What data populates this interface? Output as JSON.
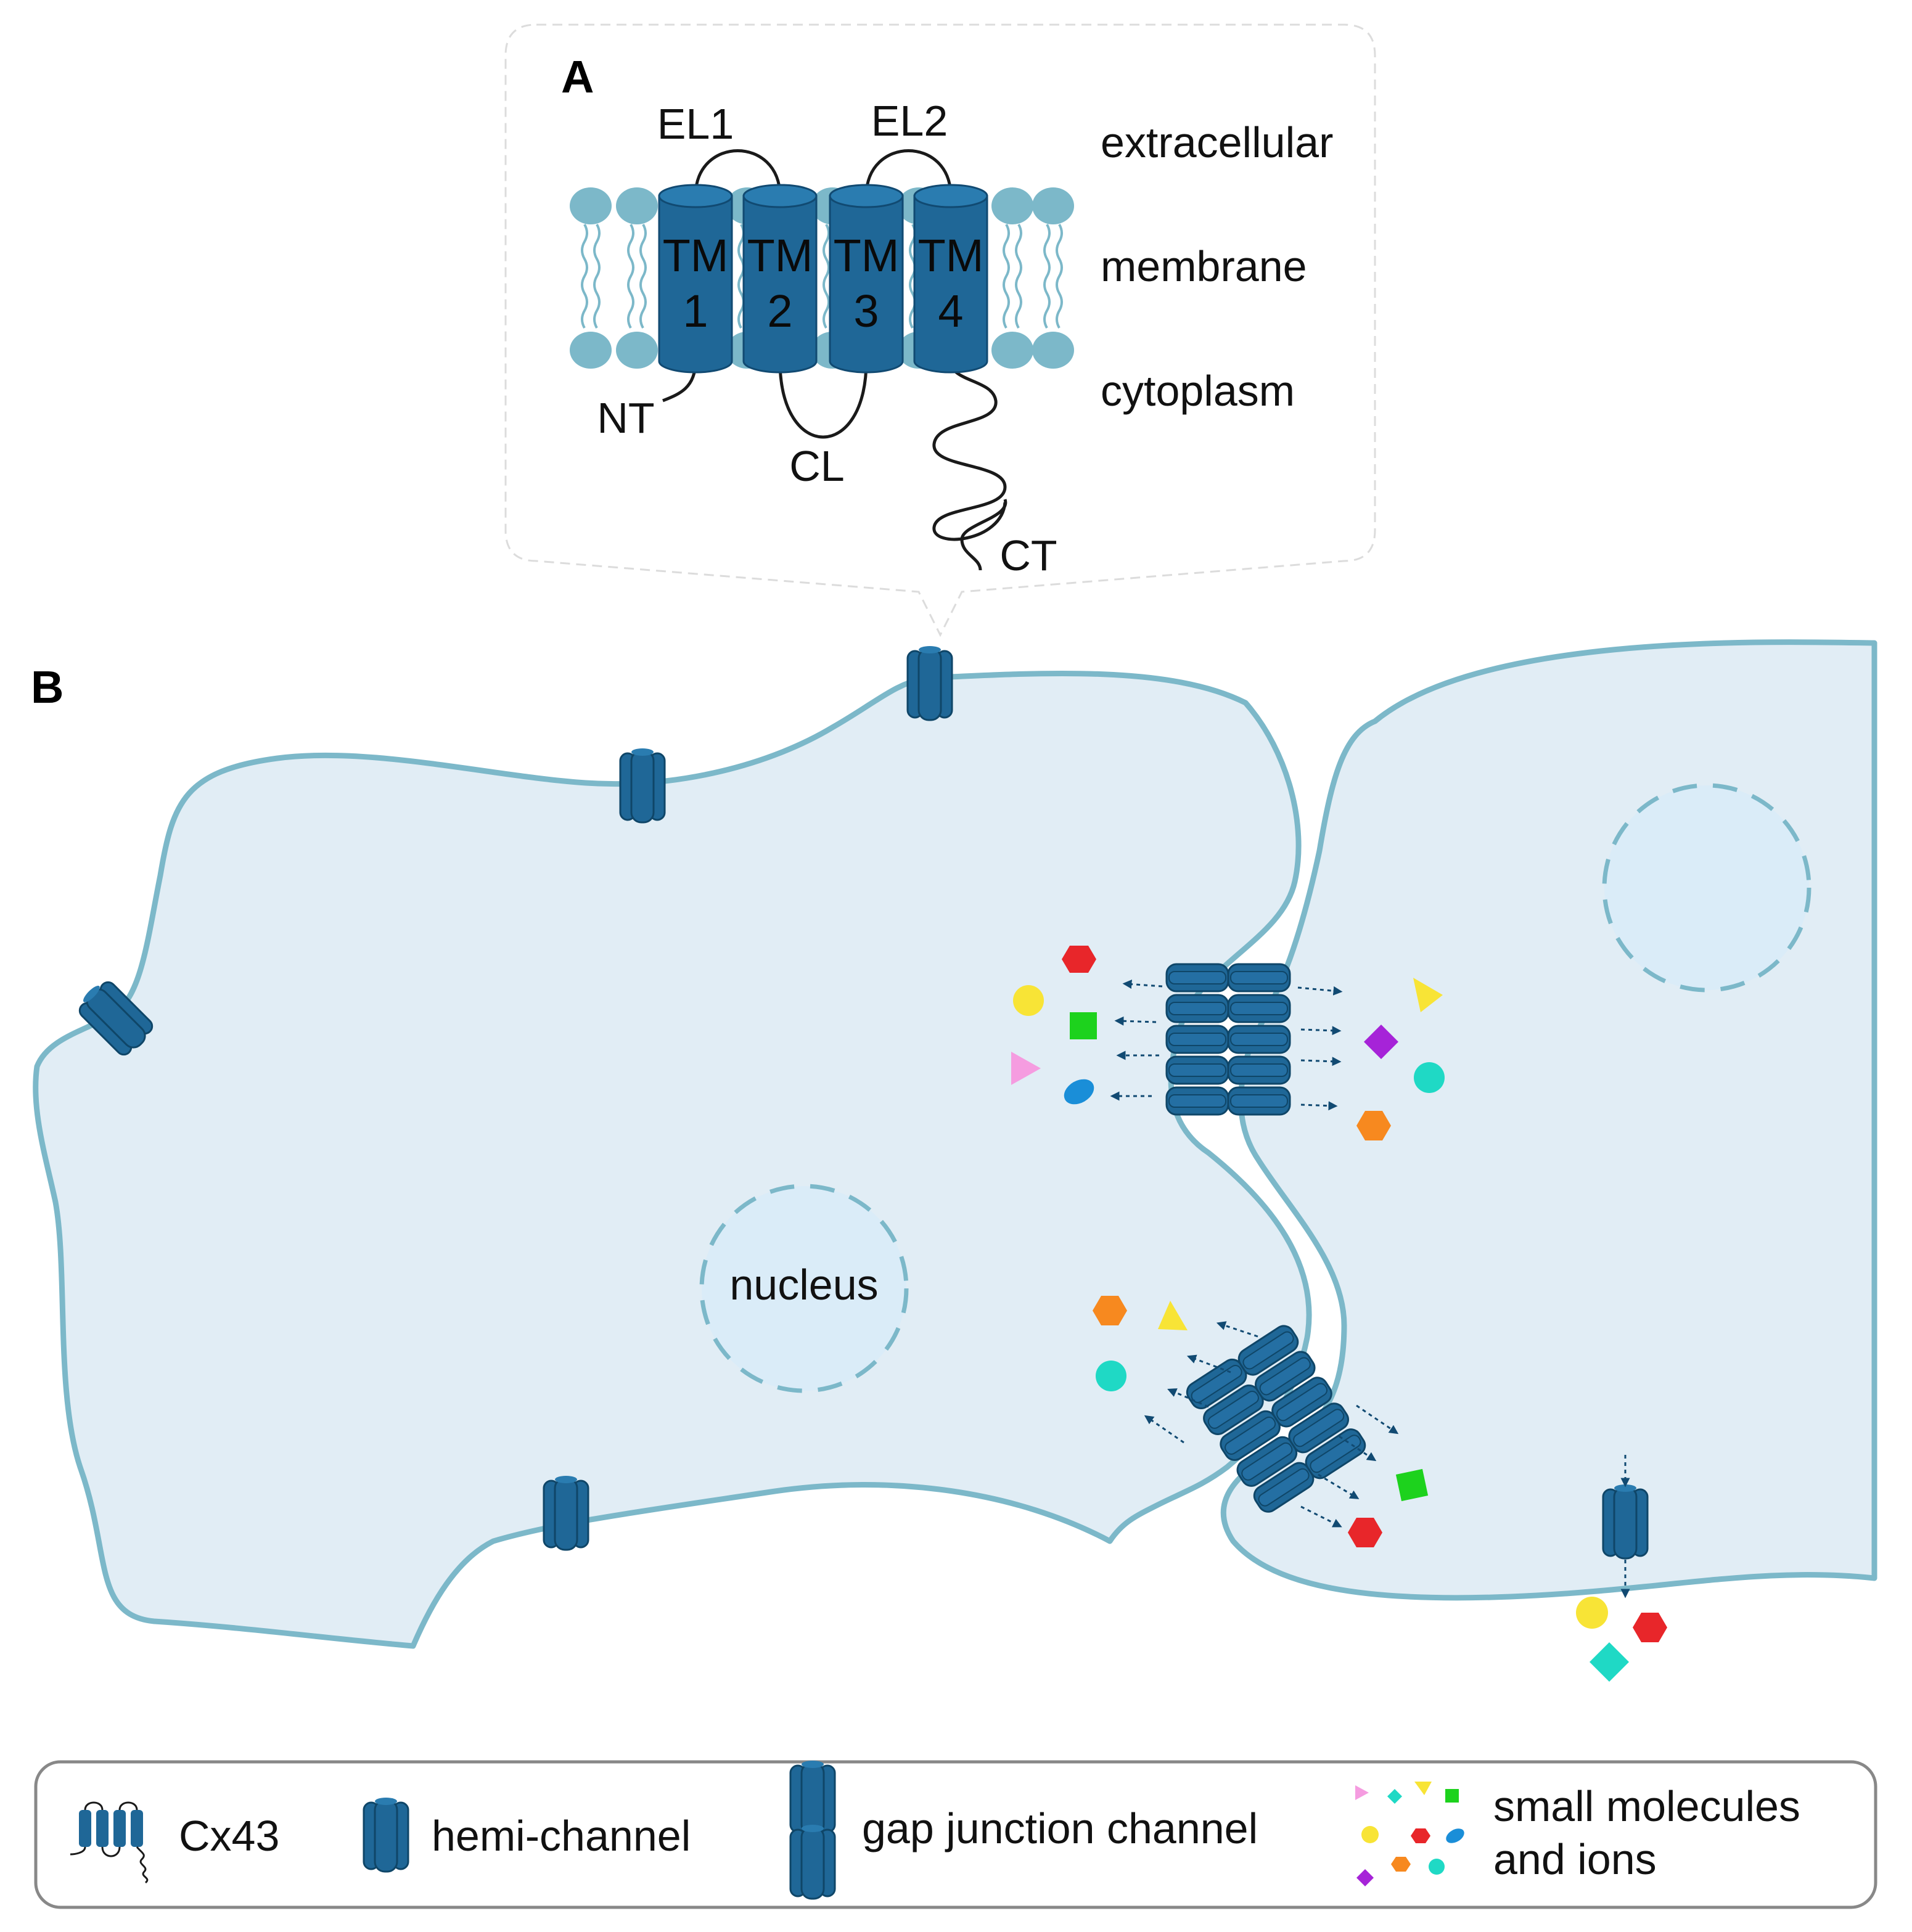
{
  "panel_a": {
    "letter": "A",
    "loop_labels": {
      "el1": "EL1",
      "el2": "EL2",
      "nt": "NT",
      "cl": "CL",
      "ct": "CT"
    },
    "region_labels": {
      "extracellular": "extracellular",
      "membrane": "membrane",
      "cytoplasm": "cytoplasm"
    },
    "helices": [
      {
        "top": "TM",
        "bottom": "1"
      },
      {
        "top": "TM",
        "bottom": "2"
      },
      {
        "top": "TM",
        "bottom": "3"
      },
      {
        "top": "TM",
        "bottom": "4"
      }
    ]
  },
  "panel_b": {
    "letter": "B",
    "nucleus_label": "nucleus"
  },
  "legend": {
    "cx43": "Cx43",
    "hemi_channel": "hemi-channel",
    "gap_junction_channel": "gap junction channel",
    "small_molecules_line1": "small molecules",
    "small_molecules_line2": "and ions"
  },
  "colors": {
    "channel": "#1f6797",
    "channel_dark": "#114a72",
    "membrane": "#7cb8c9",
    "cell_fill": "#e1edf5",
    "nucleus_fill": "#daecf8",
    "red": "#e8262a",
    "yellow": "#f8e436",
    "green": "#1dd21d",
    "pink": "#f59ce0",
    "blue": "#1a8ed8",
    "orange": "#f7891f",
    "cyan": "#1fd9c5",
    "purple": "#a623d8"
  }
}
